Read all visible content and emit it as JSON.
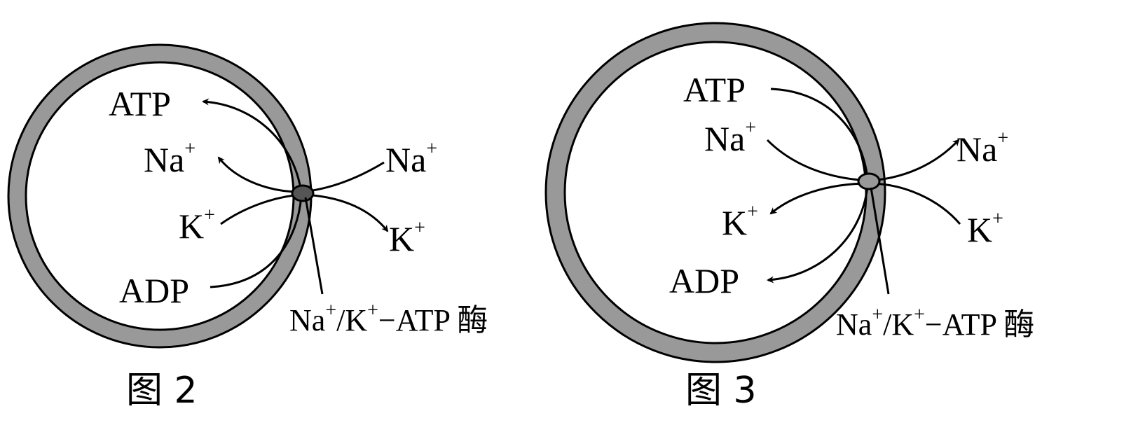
{
  "colors": {
    "membrane": "#999999",
    "outline": "#000000"
  },
  "figure2": {
    "caption": "图 2",
    "atp": "ATP",
    "na_in": "Na",
    "na_in_sup": "+",
    "k_in": "K",
    "k_in_sup": "+",
    "adp": "ADP",
    "na_out": "Na",
    "na_out_sup": "+",
    "k_out": "K",
    "k_out_sup": "+",
    "enzyme": {
      "na": "Na",
      "na_sup": "+",
      "slash_k": "/K",
      "k_sup": "+",
      "rest": "−ATP 酶"
    }
  },
  "figure3": {
    "caption": "图 3",
    "atp": "ATP",
    "na_in": "Na",
    "na_in_sup": "+",
    "k_in": "K",
    "k_in_sup": "+",
    "adp": "ADP",
    "na_out": "Na",
    "na_out_sup": "+",
    "k_out": "K",
    "k_out_sup": "+",
    "enzyme": {
      "na": "Na",
      "na_sup": "+",
      "slash_k": "/K",
      "k_sup": "+",
      "rest": "−ATP 酶"
    }
  }
}
